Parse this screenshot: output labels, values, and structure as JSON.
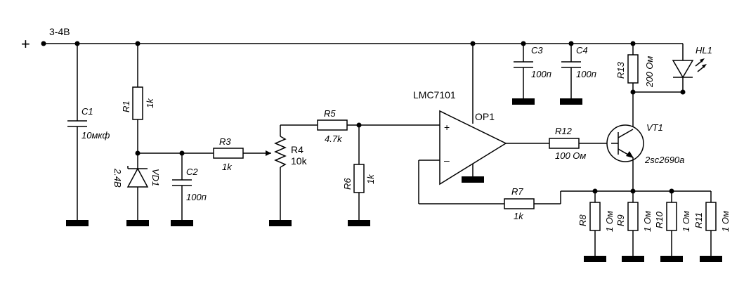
{
  "supply": {
    "plus_sign": "+",
    "voltage": "3-4В"
  },
  "components": {
    "C1": {
      "ref": "C1",
      "value": "10мкф"
    },
    "R1": {
      "ref": "R1",
      "value": "1k"
    },
    "VD1": {
      "ref": "VD1",
      "value": "2.4В"
    },
    "C2": {
      "ref": "C2",
      "value": "100п"
    },
    "R3": {
      "ref": "R3",
      "value": "1k"
    },
    "R4": {
      "ref": "R4",
      "value": "10k"
    },
    "R5": {
      "ref": "R5",
      "value": "4.7k"
    },
    "R6": {
      "ref": "R6",
      "value": "1k"
    },
    "OP1": {
      "ref": "OP1",
      "part": "LMC7101",
      "plus": "+",
      "minus": "–"
    },
    "C3": {
      "ref": "C3",
      "value": "100п"
    },
    "C4": {
      "ref": "C4",
      "value": "100п"
    },
    "R7": {
      "ref": "R7",
      "value": "1k"
    },
    "R12": {
      "ref": "R12",
      "value": "100 Ом"
    },
    "R13": {
      "ref": "R13",
      "value": "200 Ом"
    },
    "HL1": {
      "ref": "HL1"
    },
    "VT1": {
      "ref": "VT1",
      "part": "2sc2690a"
    },
    "R8": {
      "ref": "R8",
      "value": "1 Ом"
    },
    "R9": {
      "ref": "R9",
      "value": "1 Ом"
    },
    "R10": {
      "ref": "R10",
      "value": "1 Ом"
    },
    "R11": {
      "ref": "R11",
      "value": "1 Ом"
    }
  }
}
